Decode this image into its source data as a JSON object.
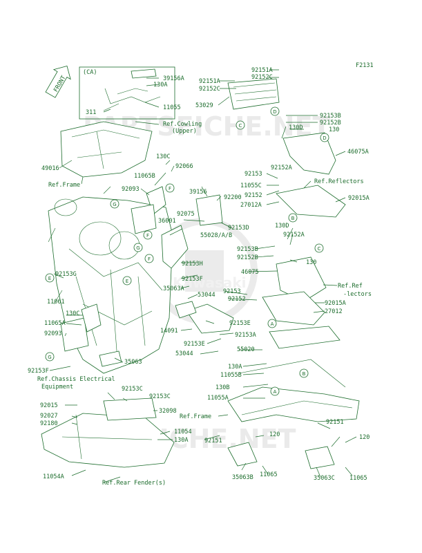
{
  "diagram_code": "F2131",
  "front_label": "FRONT",
  "ca_box_label": "(CA)",
  "watermark_logo": "Kawasaki",
  "watermark_text": "PARTSFICHE.NET",
  "colors": {
    "line": "#1a6b2a",
    "watermark": "#d9d9d9",
    "background": "#ffffff"
  },
  "labels": {
    "l_92151A_top": "92151A",
    "l_92152C_top": "92152C",
    "l_92151A_left": "92151A",
    "l_92152C_left": "92152C",
    "l_53029": "53029",
    "l_39156A": "39156A",
    "l_130A_ca": "130A",
    "l_11055_ca": "11055",
    "l_311": "311",
    "l_refcowl1": "Ref.Cowling",
    "l_refcowl2": "(Upper)",
    "l_92153B_r": "92153B",
    "l_92152B_r": "92152B",
    "l_130_r": "130",
    "l_130D_r": "130D",
    "l_46075A": "46075A",
    "l_49016": "49016",
    "l_refframe_tl": "Ref.Frame",
    "l_130C_a": "130C",
    "l_11065B": "11065B",
    "l_92066": "92066",
    "l_92093_a": "92093",
    "l_39156": "39156",
    "l_92200": "92200",
    "l_92153_r": "92153",
    "l_92152A_r": "92152A",
    "l_11055C": "11055C",
    "l_92152_r": "92152",
    "l_27012A": "27012A",
    "l_92015A_r": "92015A",
    "l_refrefl": "Ref.Reflectors",
    "l_92075": "92075",
    "l_36001": "36001",
    "l_92153D": "92153D",
    "l_55028": "55028/A/B",
    "l_130D_m": "130D",
    "l_92152A_m": "92152A",
    "l_92153B_m": "92153B",
    "l_92152B_m": "92152B",
    "l_130_m": "130",
    "l_46075": "46075",
    "l_92153H": "92153H",
    "l_92153F": "92153F",
    "l_35063A": "35063A",
    "l_53044_a": "53044",
    "l_92153_m": "92153",
    "l_92152_m": "92152",
    "l_refref1": "Ref.Ref",
    "l_refref2": "-lectors",
    "l_92015A_m": "92015A",
    "l_27012": "27012",
    "l_92153G": "92153G",
    "l_11061": "11061",
    "l_130C_b": "130C",
    "l_11065A": "11065A",
    "l_92093_b": "92093",
    "l_92153E_a": "92153E",
    "l_14091": "14091",
    "l_92153A": "92153A",
    "l_92153E_b": "92153E",
    "l_55020": "55020",
    "l_53044_b": "53044",
    "l_35063": "35063",
    "l_92153F_b": "92153F",
    "l_refchassis1": "Ref.Chassis Electrical",
    "l_refchassis2": "Equipment",
    "l_130A_b": "130A",
    "l_11055B": "11055B",
    "l_130B": "130B",
    "l_11055A": "11055A",
    "l_92153C_a": "92153C",
    "l_92153C_b": "92153C",
    "l_92015": "92015",
    "l_92027": "92027",
    "l_92180": "92180",
    "l_32098": "32098",
    "l_refframe_b": "Ref.Frame",
    "l_11054": "11054",
    "l_130A_c": "130A",
    "l_92151_a": "92151",
    "l_120_a": "120",
    "l_92151_b": "92151",
    "l_120_b": "120",
    "l_11054A": "11054A",
    "l_refrear": "Ref.Rear Fender(s)",
    "l_35063B": "35063B",
    "l_11065_a": "11065",
    "l_35063C": "35063C",
    "l_11065_b": "11065"
  },
  "callouts": {
    "c_G1": "G",
    "c_F1": "F",
    "c_G2": "G",
    "c_F2": "F",
    "c_E1": "E",
    "c_F3": "F",
    "c_E2": "E",
    "c_G3": "G",
    "c_D1": "D",
    "c_C1": "C",
    "c_D2": "D",
    "c_B1": "B",
    "c_C2": "C",
    "c_A1": "A",
    "c_A2": "A",
    "c_B2": "B"
  }
}
